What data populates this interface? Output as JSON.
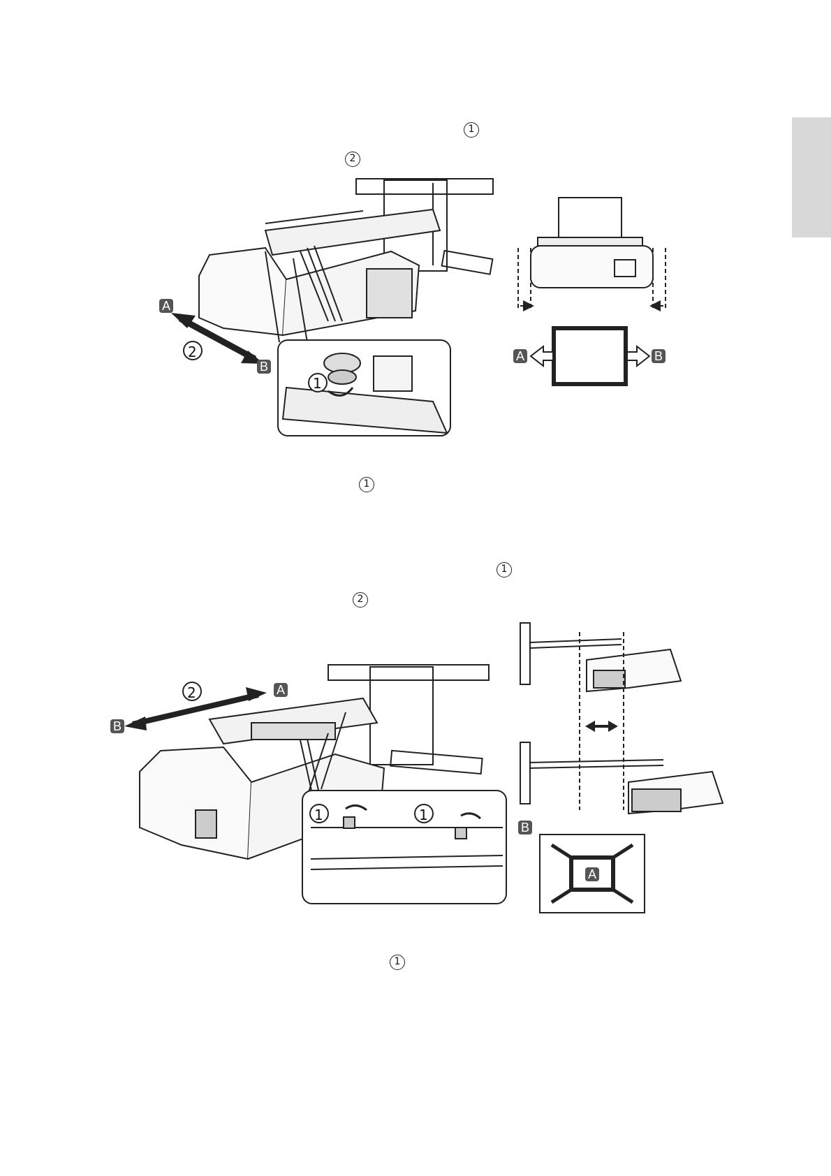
{
  "markers": {
    "step1": "1",
    "step2": "2",
    "label_a": "A",
    "label_b": "B"
  },
  "colors": {
    "side_tab": "#d8d8d8",
    "badge": "#555555",
    "line": "#222222"
  }
}
